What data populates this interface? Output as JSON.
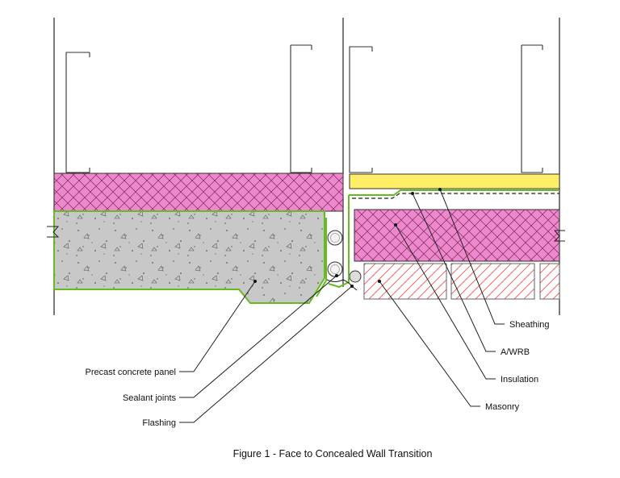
{
  "caption": "Figure 1 - Face to Concealed Wall Transition",
  "labels_left": {
    "precast": "Precast concrete panel",
    "sealant": "Sealant joints",
    "flashing": "Flashing"
  },
  "labels_right": {
    "sheathing": "Sheathing",
    "awrb": "A/WRB",
    "insulation": "Insulation",
    "masonry": "Masonry"
  },
  "colors": {
    "insulation": "#ee88cc",
    "sheathing": "#ffee66",
    "concrete": "#c8c8c8",
    "awrb_line": "#66bb22",
    "masonry_hatch": "#ee5555"
  }
}
